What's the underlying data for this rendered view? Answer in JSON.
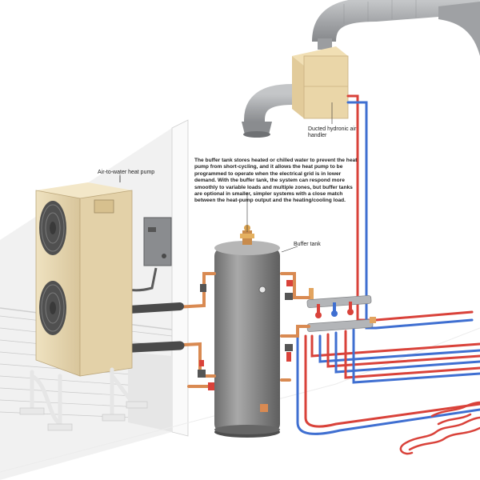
{
  "labels": {
    "air_handler": "Ducted hydronic air handler",
    "heat_pump": "Air-to-water heat pump",
    "buffer_tank": "Buffer tank"
  },
  "description": "The buffer tank stores heated or chilled water to prevent the heat pump from short-cycling, and it allows the heat pump to be programmed to operate when the electrical grid is in lower demand. With the buffer tank, the system can respond more smoothly to variable loads and multiple zones, but buffer tanks are optional in smaller, simpler systems with a close match between the heat-pump output and the heating/cooling load.",
  "colors": {
    "supply_pipe": "#d9423a",
    "return_pipe": "#3f6fd1",
    "copper": "#d98a52",
    "heat_pump_body": "#e9d9b2",
    "tank_body": "#8f8f8f",
    "duct": "#a7a9ab",
    "brick": "#dcdcdc"
  }
}
